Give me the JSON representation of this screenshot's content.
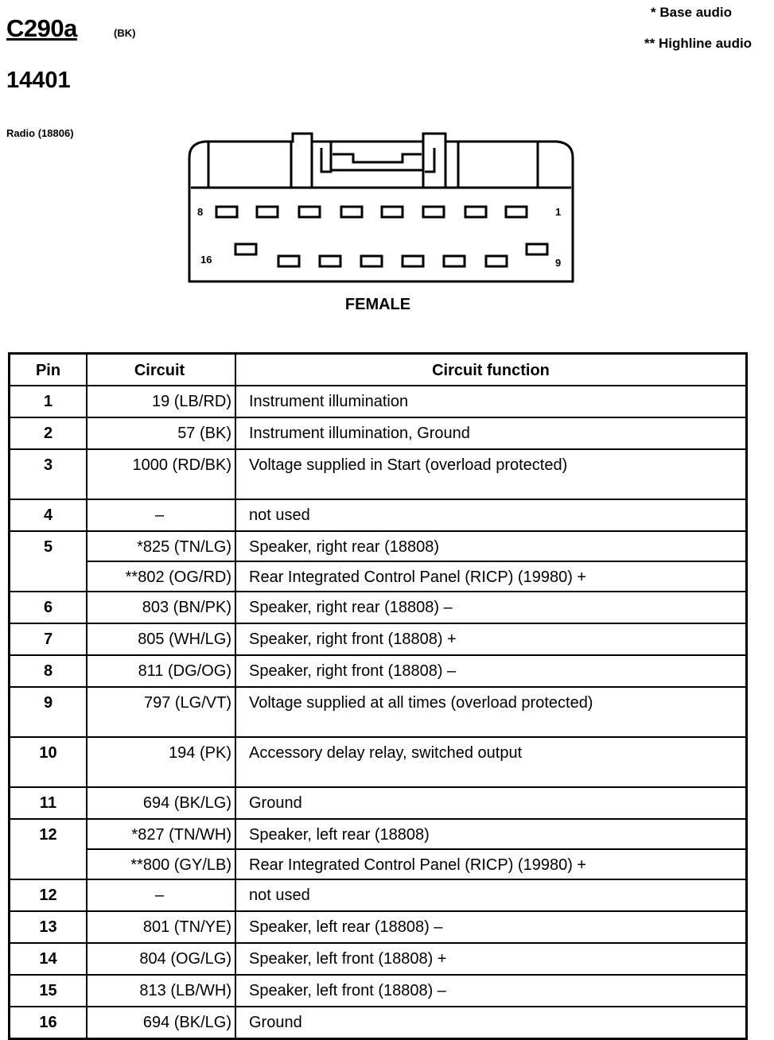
{
  "header": {
    "connector_id": "C290a",
    "connector_color": "(BK)",
    "part_number": "14401",
    "component": "Radio (18806)"
  },
  "legend": {
    "base": "* Base audio",
    "highline": "** Highline audio"
  },
  "connector": {
    "gender": "FEMALE",
    "top_row_left_pin": "8",
    "top_row_right_pin": "1",
    "bottom_row_left_pin": "16",
    "bottom_row_right_pin": "9"
  },
  "table": {
    "headers": {
      "pin": "Pin",
      "circuit": "Circuit",
      "function": "Circuit function"
    },
    "rows": [
      {
        "pin": "1",
        "circuit": "19 (LB/RD)",
        "function": "Instrument illumination"
      },
      {
        "pin": "2",
        "circuit": "57 (BK)",
        "function": "Instrument illumination, Ground"
      },
      {
        "pin": "3",
        "circuit": "1000 (RD/BK)",
        "function": "Voltage supplied in Start (overload protected)"
      },
      {
        "pin": "4",
        "circuit": "–",
        "function": "not used"
      },
      {
        "pin": "5",
        "circuit": "*825 (TN/LG)",
        "function": "Speaker, right rear (18808)"
      },
      {
        "pin": "",
        "circuit": "**802 (OG/RD)",
        "function": "Rear Integrated Control Panel (RICP) (19980) +"
      },
      {
        "pin": "6",
        "circuit": "803 (BN/PK)",
        "function": "Speaker, right rear (18808)  –"
      },
      {
        "pin": "7",
        "circuit": "805 (WH/LG)",
        "function": "Speaker, right front (18808) +"
      },
      {
        "pin": "8",
        "circuit": "811 (DG/OG)",
        "function": "Speaker, right front (18808)  –"
      },
      {
        "pin": "9",
        "circuit": "797 (LG/VT)",
        "function": "Voltage supplied at all times (overload protected)"
      },
      {
        "pin": "10",
        "circuit": "194 (PK)",
        "function": "Accessory delay relay, switched output"
      },
      {
        "pin": "11",
        "circuit": "694 (BK/LG)",
        "function": "Ground"
      },
      {
        "pin": "12",
        "circuit": "*827 (TN/WH)",
        "function": "Speaker, left rear (18808)"
      },
      {
        "pin": "",
        "circuit": "**800 (GY/LB)",
        "function": "Rear Integrated Control Panel (RICP) (19980) +"
      },
      {
        "pin": "12",
        "circuit": "–",
        "function": "not used"
      },
      {
        "pin": "13",
        "circuit": "801 (TN/YE)",
        "function": "Speaker, left rear (18808)  –"
      },
      {
        "pin": "14",
        "circuit": "804 (OG/LG)",
        "function": "Speaker, left front (18808) +"
      },
      {
        "pin": "15",
        "circuit": "813 (LB/WH)",
        "function": "Speaker, left front (18808)  –"
      },
      {
        "pin": "16",
        "circuit": "694 (BK/LG)",
        "function": "Ground"
      }
    ]
  }
}
